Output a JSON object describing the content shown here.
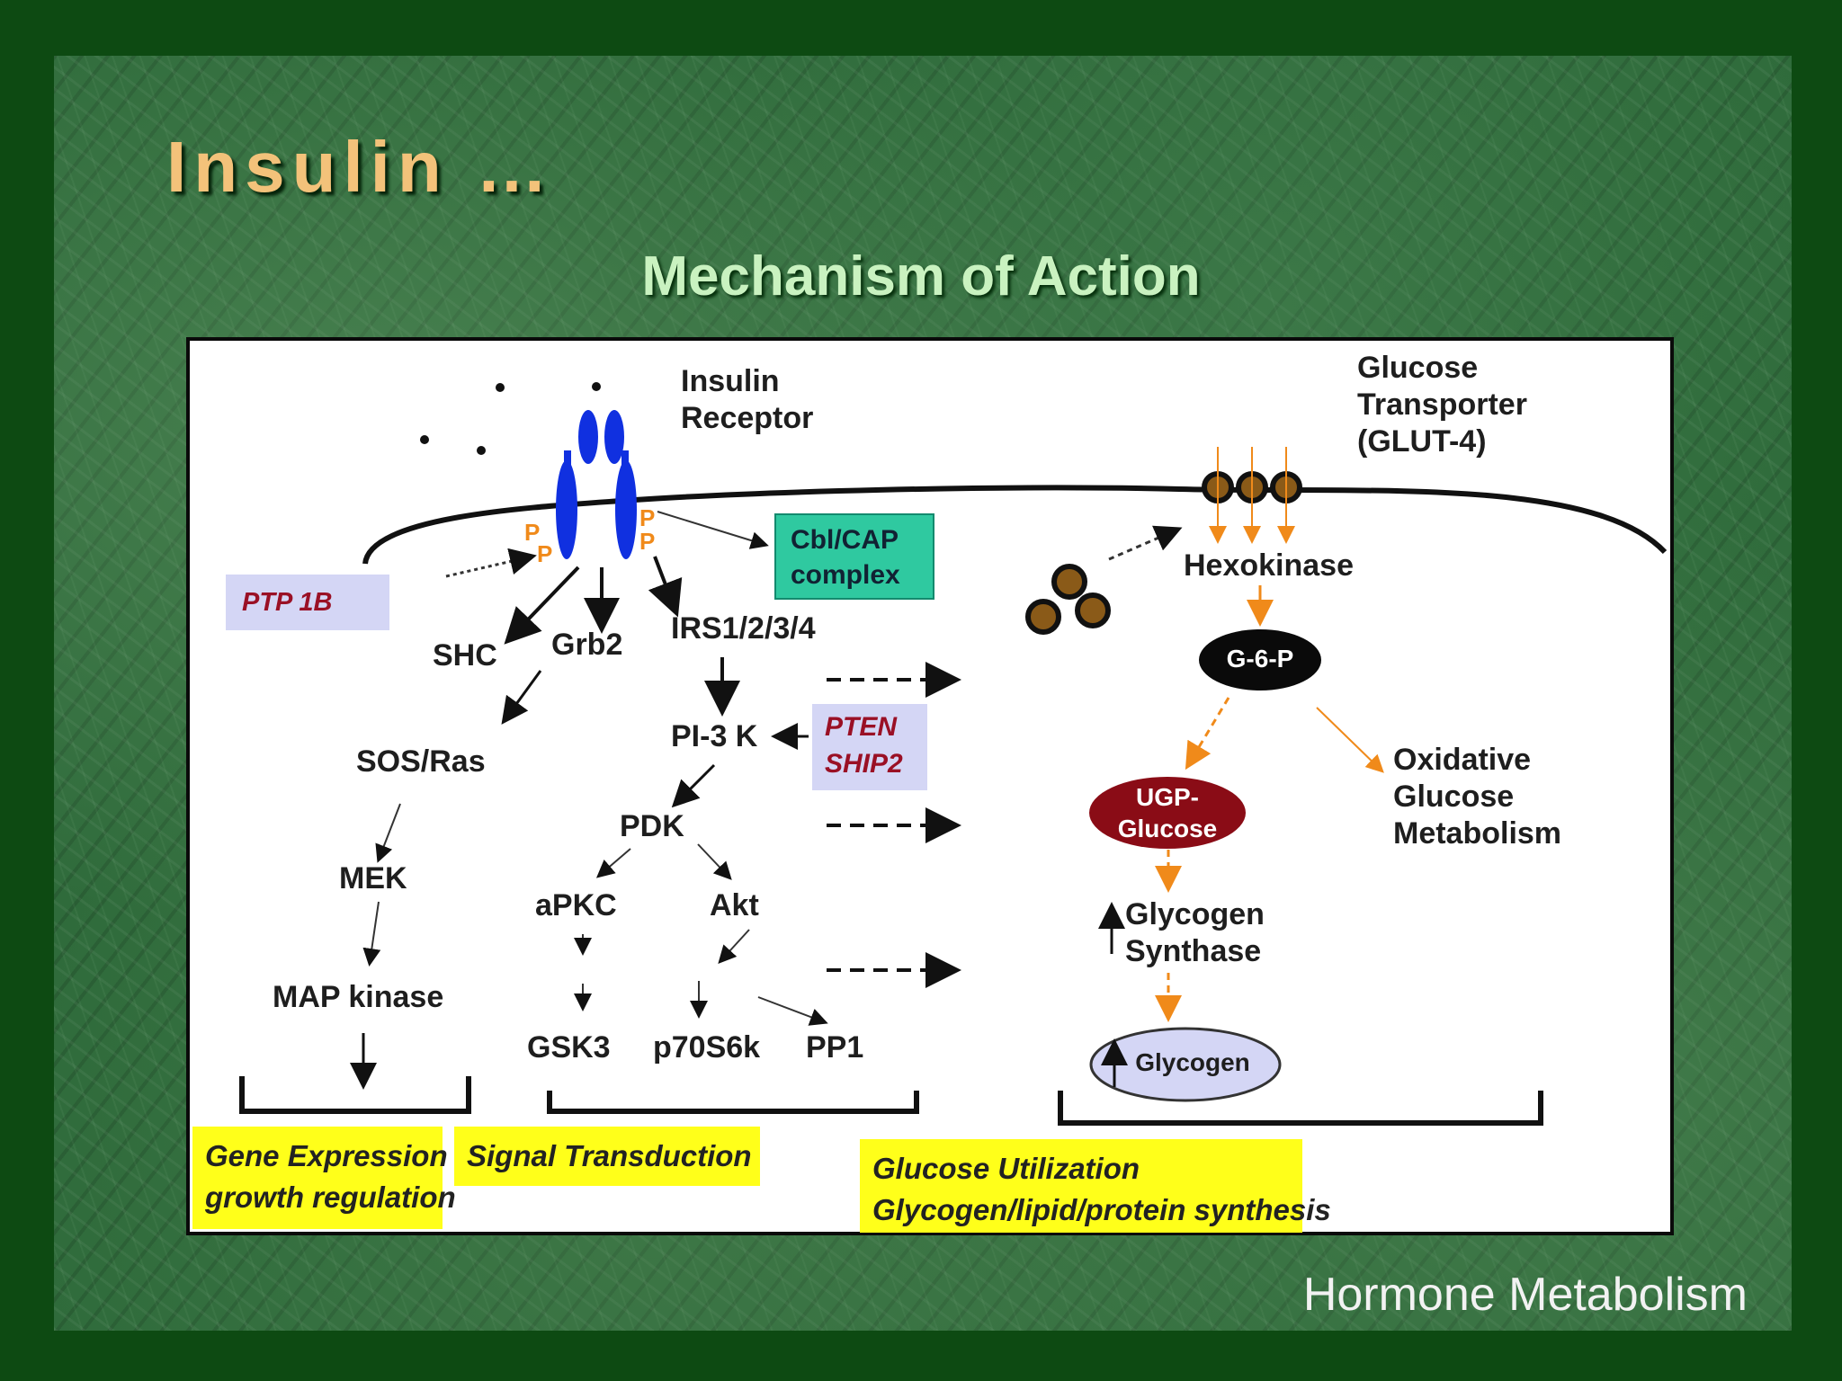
{
  "slide": {
    "title": "Insulin …",
    "subtitle": "Mechanism of Action",
    "footer": "Hormone Metabolism"
  },
  "diagram": {
    "insulin_receptor": [
      "Insulin",
      "Receptor"
    ],
    "glucose_transporter": [
      "Glucose",
      "Transporter",
      "(GLUT-4)"
    ],
    "phospho": "P",
    "ptp1b": "PTP 1B",
    "cbl_cap": [
      "Cbl/CAP",
      "complex"
    ],
    "shc": "SHC",
    "grb2": "Grb2",
    "irs": "IRS1/2/3/4",
    "sos_ras": "SOS/Ras",
    "pi3k": "PI-3 K",
    "pten_ship2": [
      "PTEN",
      "SHIP2"
    ],
    "mek": "MEK",
    "pdk": "PDK",
    "apkc": "aPKC",
    "akt": "Akt",
    "map_kinase": "MAP kinase",
    "gsk3": "GSK3",
    "p70s6k": "p70S6k",
    "pp1": "PP1",
    "hexokinase": "Hexokinase",
    "g6p": "G-6-P",
    "ugp_glucose": [
      "UGP-",
      "Glucose"
    ],
    "oxidative": [
      "Oxidative",
      "Glucose",
      "Metabolism"
    ],
    "glycogen_synthase": [
      "Glycogen",
      "Synthase"
    ],
    "glycogen": "Glycogen",
    "gene_expression": [
      "Gene Expression",
      "growth regulation"
    ],
    "signal_transduction": "Signal Transduction",
    "glucose_utilization": [
      "Glucose Utilization",
      "Glycogen/lipid/protein synthesis"
    ]
  },
  "colors": {
    "title": "#f3c27a",
    "subtitle": "#c9f2c0",
    "receptor_blue": "#1030e0",
    "phospho_orange": "#f08a1a",
    "inhibitor_red": "#9a1025",
    "inhibitor_box": "#d4d6f5",
    "cbl_box": "#2fc9a0",
    "summary_yellow": "#ffff1a",
    "ugp_oval": "#8a0c16",
    "glycogen_oval": "#d4d6f5"
  }
}
